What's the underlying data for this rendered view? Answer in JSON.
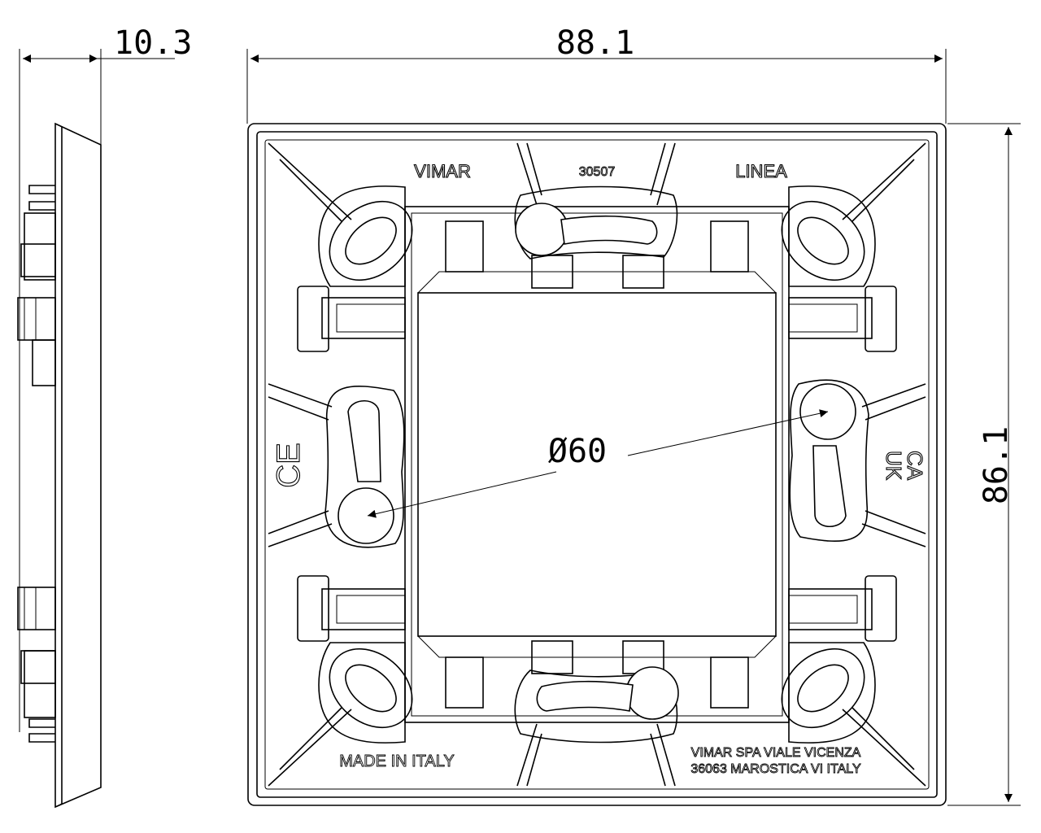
{
  "dimensions": {
    "side_depth": "10.3",
    "width": "88.1",
    "height": "86.1",
    "diameter": "Ø60"
  },
  "markings": {
    "brand": "VIMAR",
    "code": "30507",
    "series": "LINEA",
    "origin": "MADE IN ITALY",
    "address_line1": "VIMAR SPA VIALE VICENZA",
    "address_line2": "36063 MAROSTICA VI ITALY",
    "ce_mark": "CE",
    "ukca_mark_line1": "UK",
    "ukca_mark_line2": "CA"
  }
}
